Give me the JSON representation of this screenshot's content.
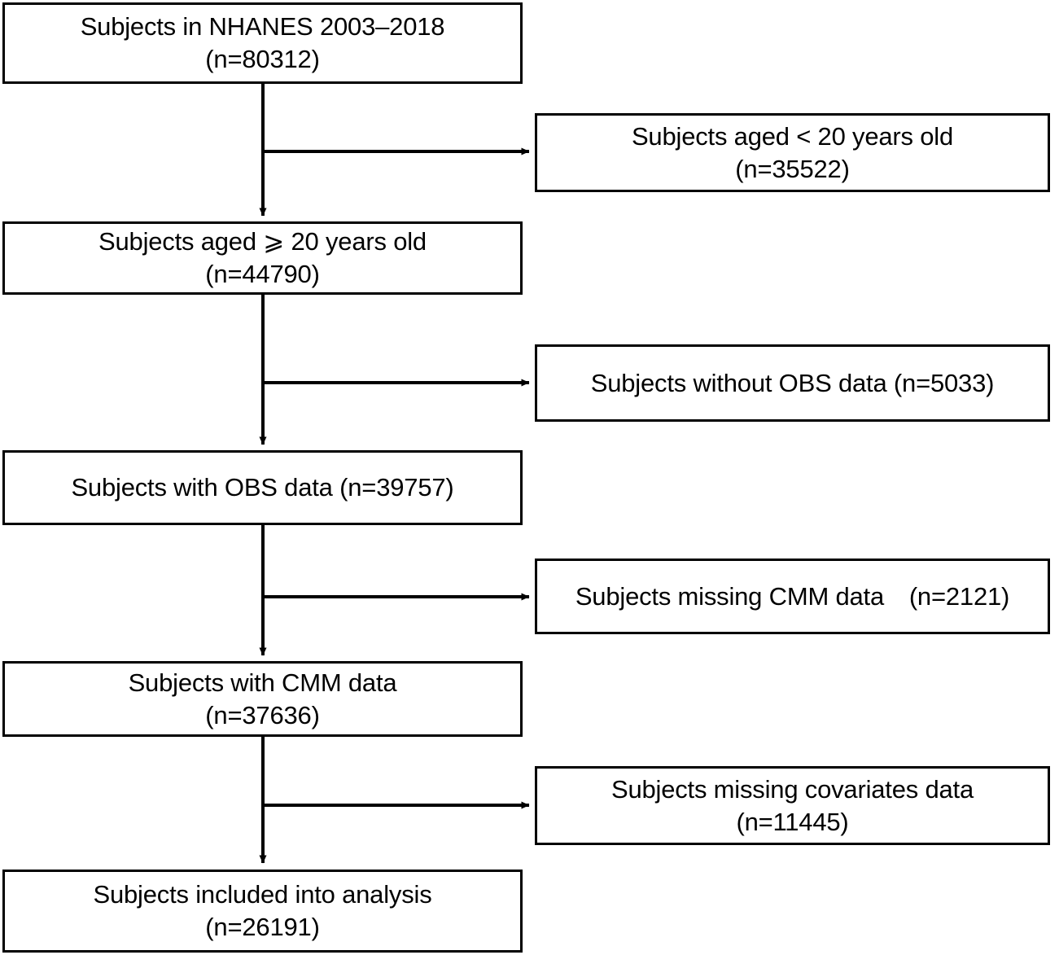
{
  "chart_data": {
    "type": "diagram",
    "title": "",
    "diagram_kind": "participant-selection-flowchart",
    "orientation": "top-to-bottom",
    "main_nodes": [
      {
        "id": "n1",
        "lines": [
          "Subjects in NHANES 2003–2018",
          "(n=80312)"
        ],
        "count": 80312
      },
      {
        "id": "n2",
        "lines": [
          "Subjects aged ⩾ 20 years old",
          "(n=44790)"
        ],
        "count": 44790
      },
      {
        "id": "n3",
        "lines": [
          "Subjects with OBS data (n=39757)"
        ],
        "count": 39757
      },
      {
        "id": "n4",
        "lines": [
          "Subjects with CMM data",
          "(n=37636)"
        ],
        "count": 37636
      },
      {
        "id": "n5",
        "lines": [
          "Subjects included into analysis",
          "(n=26191)"
        ],
        "count": 26191
      }
    ],
    "exclusion_nodes": [
      {
        "id": "e1",
        "lines": [
          "Subjects aged < 20 years old",
          "(n=35522)"
        ],
        "count": 35522
      },
      {
        "id": "e2",
        "lines": [
          "Subjects without OBS data (n=5033)"
        ],
        "count": 5033
      },
      {
        "id": "e3",
        "lines": [
          "Subjects missing CMM data　(n=2121)"
        ],
        "count": 2121
      },
      {
        "id": "e4",
        "lines": [
          "Subjects missing covariates data",
          "(n=11445)"
        ],
        "count": 11445
      }
    ],
    "edges": [
      {
        "from": "n1",
        "to": "n2",
        "direction": "down"
      },
      {
        "from": "n1",
        "to": "e1",
        "direction": "right"
      },
      {
        "from": "n2",
        "to": "n3",
        "direction": "down"
      },
      {
        "from": "n2",
        "to": "e2",
        "direction": "right"
      },
      {
        "from": "n3",
        "to": "n4",
        "direction": "down"
      },
      {
        "from": "n3",
        "to": "e3",
        "direction": "right"
      },
      {
        "from": "n4",
        "to": "n5",
        "direction": "down"
      },
      {
        "from": "n4",
        "to": "e4",
        "direction": "right"
      }
    ],
    "colors": {
      "stroke": "#000000",
      "fill": "#ffffff",
      "text": "#000000"
    }
  }
}
